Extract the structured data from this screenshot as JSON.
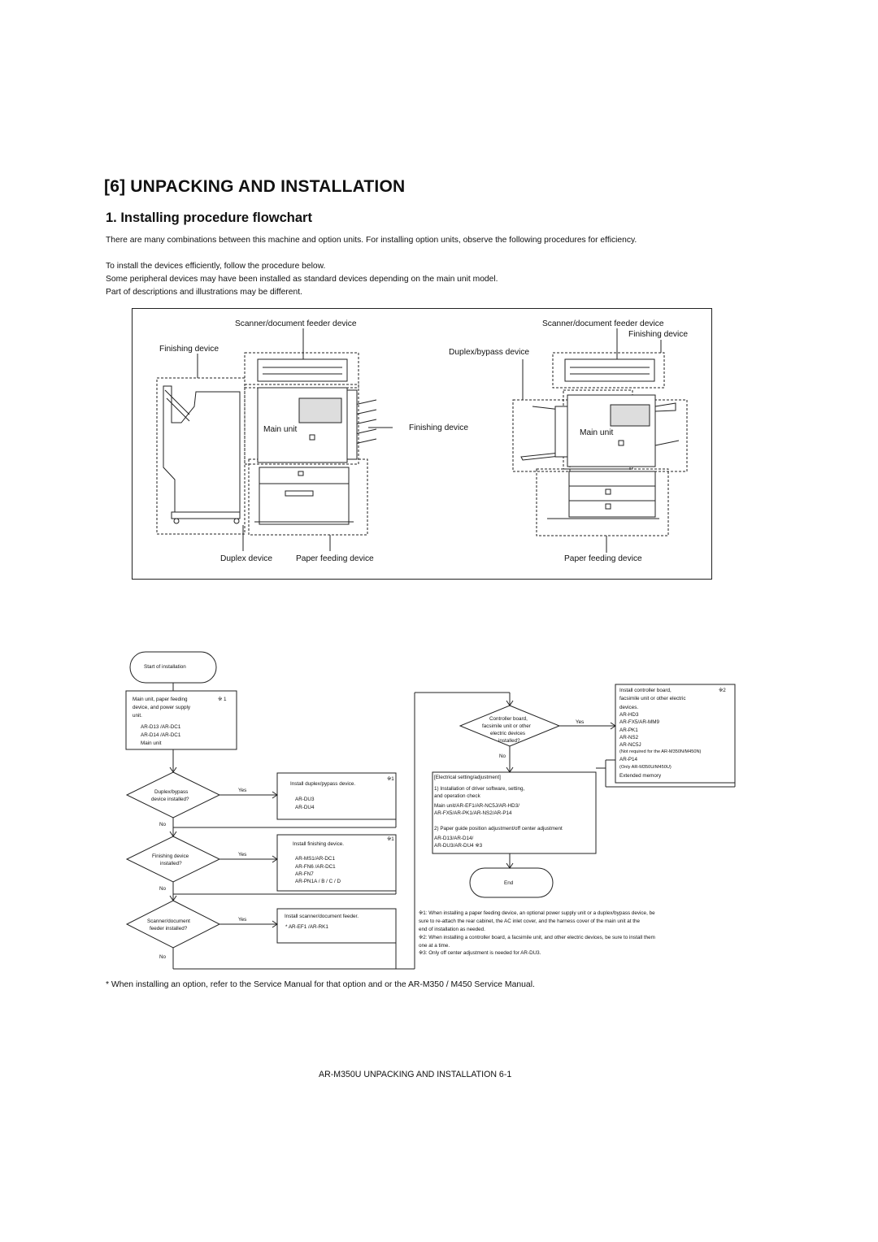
{
  "section": {
    "title": "[6] UNPACKING AND INSTALLATION",
    "subtitle": "1. Installing procedure flowchart"
  },
  "intro": [
    "There are many combinations between this machine and option units. For installing option units, observe the following procedures for efficiency.",
    "To install the devices efficiently, follow the procedure below.",
    "Some peripheral devices may have been installed as standard devices depending on the main unit model.",
    "Part of descriptions and illustrations may be different."
  ],
  "illustration": {
    "left": {
      "scanner": "Scanner/document feeder device",
      "finishing": "Finishing device",
      "main_unit": "Main unit",
      "finishing_right": "Finishing device",
      "duplex": "Duplex device",
      "paper_feeding": "Paper feeding device"
    },
    "right": {
      "scanner": "Scanner/document feeder device",
      "finishing": "Finishing device",
      "duplex_bypass": "Duplex/bypass device",
      "main_unit": "Main unit",
      "paper_feeding": "Paper feeding device"
    }
  },
  "flow": {
    "start": "Start of installation",
    "main_box": {
      "line1": "Main  unit,  paper  feeding",
      "mark": "※ 1",
      "line2": "device,  and  power  supply",
      "line3": "unit.",
      "models": [
        "AR-D13 /AR-DC1",
        "AR-D14 /AR-DC1",
        "Main unit"
      ]
    },
    "q1": {
      "line1": "Duplex/bypass",
      "line2": "device installed?",
      "yes": "Yes",
      "no": "No"
    },
    "box1": {
      "mark": "※1",
      "title": "Install duplex/pypass device.",
      "items": [
        "AR-DU3",
        "AR-DU4"
      ]
    },
    "q2": {
      "line1": "Finishing device",
      "line2": "installed?",
      "yes": "Yes",
      "no": "No"
    },
    "box2": {
      "mark": "※1",
      "title": "Install finishing device.",
      "items": [
        "AR-MS1/AR-DC1",
        "AR-FN6 /AR-DC1",
        "AR-FN7",
        "AR-PN1A / B / C / D"
      ]
    },
    "q3": {
      "line1": "Scanner/document",
      "line2": "feeder installed?",
      "yes": "Yes",
      "no": "No"
    },
    "box3": {
      "title": "Install scanner/document feeder.",
      "items": [
        "* AR-EF1 /AR-RK1"
      ]
    },
    "q4": {
      "line1": "Controller board,",
      "line2": "facsimile unit or other",
      "line3": "electric devices",
      "line4": "installed?",
      "yes": "Yes",
      "no": "No"
    },
    "box4": {
      "title": "Install controller board,",
      "mark": "※2",
      "lines": [
        "facsimile unit or other electric",
        "devices.",
        "AR-HD3",
        "AR-FX5/AR-MM9",
        "AR-PK1",
        "AR-NS2",
        "AR-NC5J",
        "(Not required for the AR-M350N/M450N)",
        "AR-P14",
        "(Only AR-M350U/M450U)",
        "Extended memory"
      ]
    },
    "box5": {
      "title": "[Electrical setting/adjustment]",
      "lines": [
        "1) Installation of driver software, setting,",
        "    and operation check",
        "    Main unit/AR-EF1/AR-NC5J/AR-HD3/",
        "    AR-FX5/AR-PK1/AR-NS2/AR-P14",
        "2) Paper guide position adjustment/off center adjustment",
        "    AR-D13/AR-D14/",
        "    AR-DU3/AR-DU4     ※3"
      ]
    },
    "end": "End"
  },
  "notes": [
    "※1: When installing a paper feeding device, an optional power supply unit or a duplex/bypass device, be",
    "       sure to re-attach the rear cabinet, the AC inlet cover, and the harness cover of the main unit at the",
    "       end of installation as needed.",
    "※2: When installing a controller board, a facsimile unit, and other electric devices, be sure to install them",
    "       one at a time.",
    "※3: Only off center adjustment is needed for AR-DU3."
  ],
  "footnote": "*    When installing an option, refer to the Service Manual for that option and or the AR-M350 / M450 Service Manual.",
  "footer": "AR-M350U UNPACKING AND INSTALLATION 6-1"
}
